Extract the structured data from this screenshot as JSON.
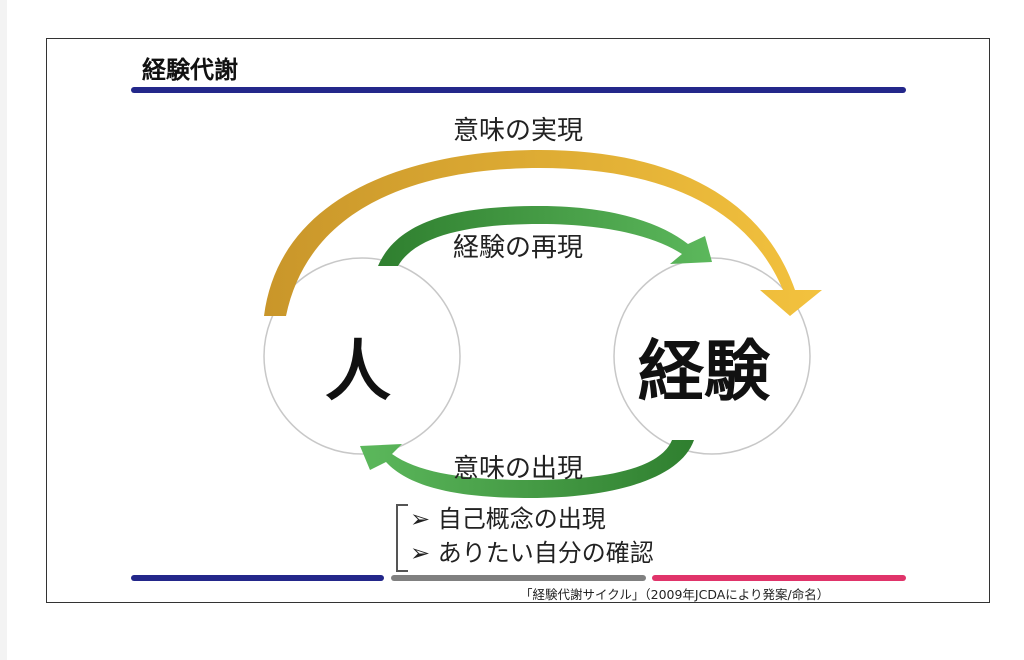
{
  "title": "経験代謝",
  "nodes": {
    "person": "人",
    "experience": "経験"
  },
  "arrows": {
    "outer_top": "意味の実現",
    "inner_top": "経験の再現",
    "bottom": "意味の出現"
  },
  "bullets": [
    "自己概念の出現",
    "ありたい自分の確認"
  ],
  "bullet_marker": "➢",
  "caption": "「経験代謝サイクル」（2009年JCDAにより発案/命名）",
  "colors": {
    "navy": "#23278a",
    "gray": "#808080",
    "pink": "#e0346a",
    "gold": "#e7b53a",
    "green": "#3e9a3e"
  }
}
